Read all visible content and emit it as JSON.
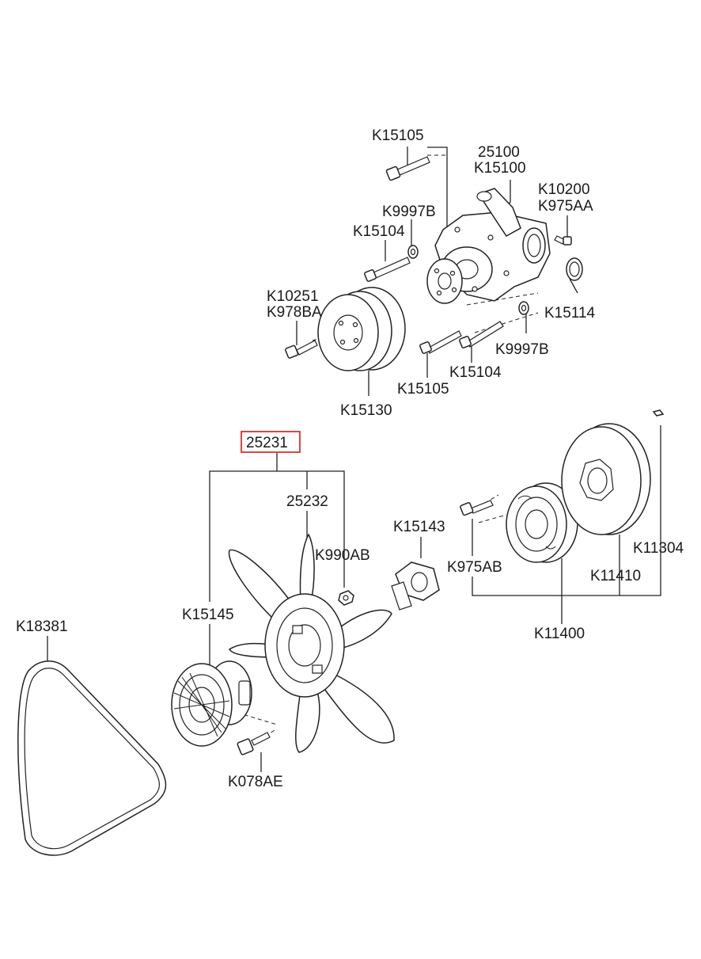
{
  "highlight_color": "#e0302a",
  "labels": {
    "k15105_top": "K15105",
    "n25100": "25100",
    "k15100": "K15100",
    "k10200": "K10200",
    "k975aa": "K975AA",
    "k9997b_top": "K9997B",
    "k15104_top": "K15104",
    "k10251": "K10251",
    "k978ba": "K978BA",
    "k15114": "K15114",
    "k9997b_bottom": "K9997B",
    "k15104_bottom": "K15104",
    "k15105_bottom": "K15105",
    "k15130": "K15130",
    "n25231": "25231",
    "n25232": "25232",
    "k990ab": "K990AB",
    "k15143": "K15143",
    "k975ab": "K975AB",
    "k11304": "K11304",
    "k11410": "K11410",
    "k11400": "K11400",
    "k15145": "K15145",
    "k18381": "K18381",
    "k078ae": "K078AE"
  }
}
